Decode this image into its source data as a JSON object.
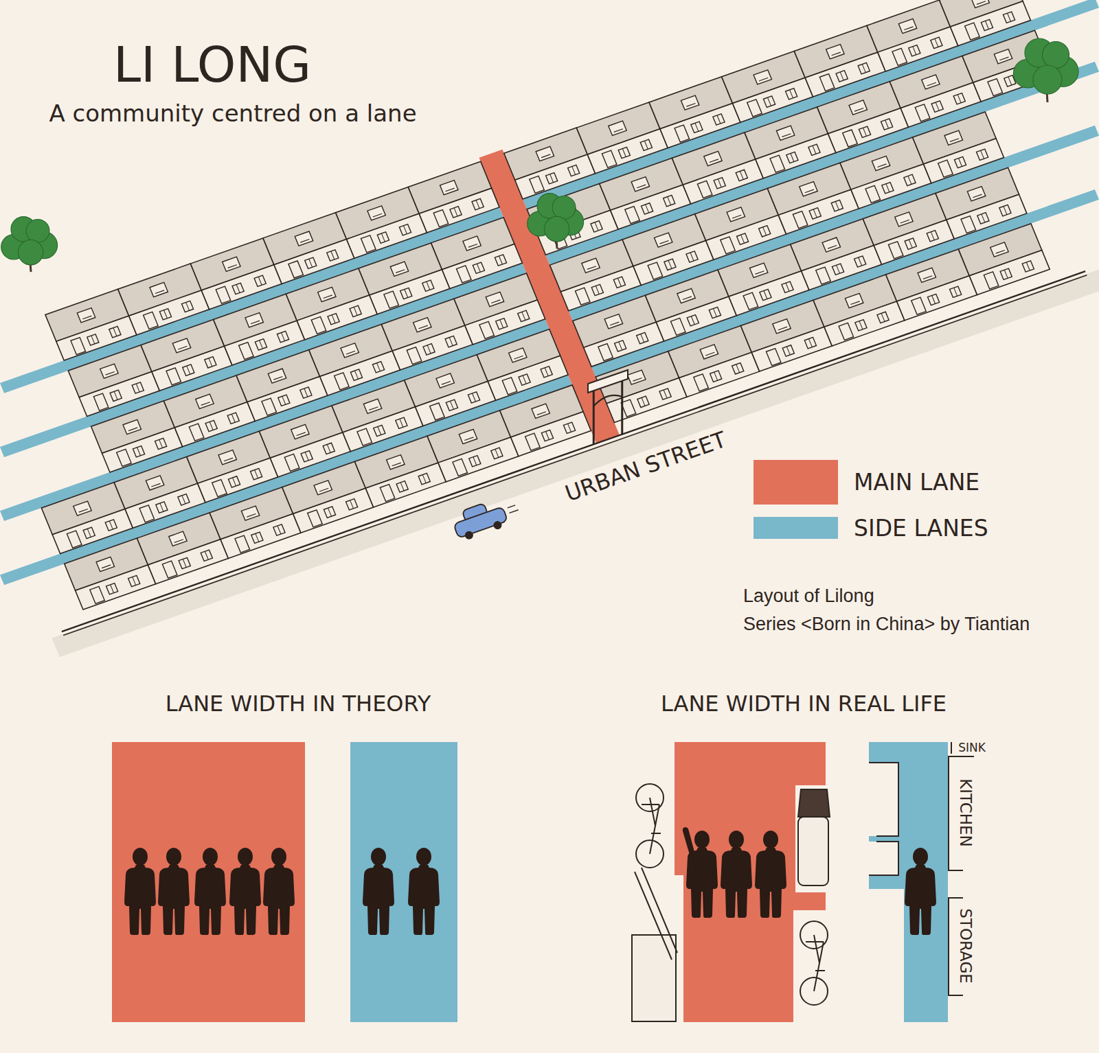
{
  "diagram": {
    "title": "LI LONG",
    "labels": [
      "A community centred on a lane",
      "URBAN STREET",
      "Layout of Lilong",
      "Series <Born in China> by Tiantian",
      "LANE WIDTH IN THEORY",
      "LANE WIDTH IN REAL LIFE",
      "SINK",
      "KITCHEN",
      "STORAGE"
    ],
    "legend": [
      {
        "text": "MAIN LANE",
        "color": "#e2715a"
      },
      {
        "text": "SIDE LANES",
        "color": "#79b7cb"
      }
    ]
  }
}
